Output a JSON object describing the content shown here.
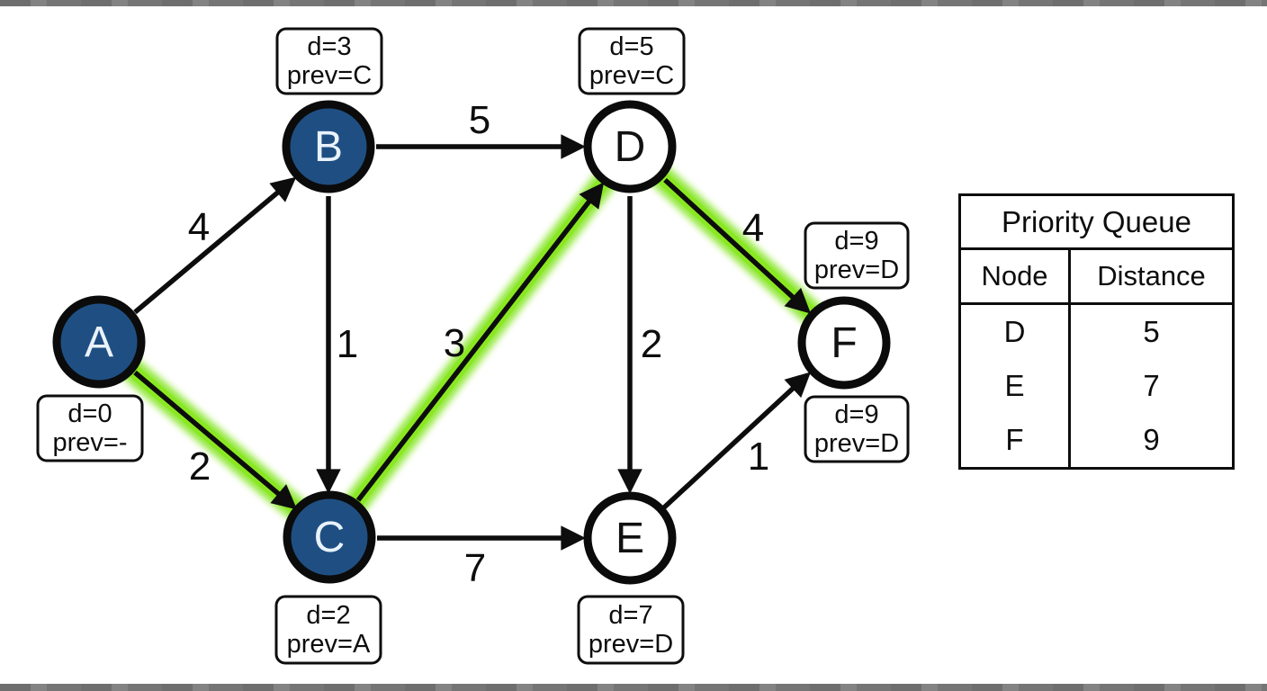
{
  "colors": {
    "node_fill_visited": "#1f4f82",
    "node_fill_frontier": "#ffffff",
    "node_stroke": "#0b0b0b",
    "edge_color": "#0d0d0d",
    "highlight_green": "#80e41c",
    "background": "#ffffff"
  },
  "graph": {
    "nodes": [
      {
        "id": "A",
        "label": "A",
        "state": "visited",
        "info": {
          "dist": "d=0",
          "prev": "prev=-"
        }
      },
      {
        "id": "B",
        "label": "B",
        "state": "visited",
        "info": {
          "dist": "d=3",
          "prev": "prev=C"
        }
      },
      {
        "id": "C",
        "label": "C",
        "state": "visited",
        "info": {
          "dist": "d=2",
          "prev": "prev=A"
        }
      },
      {
        "id": "D",
        "label": "D",
        "state": "frontier",
        "info": {
          "dist": "d=5",
          "prev": "prev=C"
        }
      },
      {
        "id": "E",
        "label": "E",
        "state": "frontier",
        "info": {
          "dist": "d=7",
          "prev": "prev=D"
        }
      },
      {
        "id": "F",
        "label": "F",
        "state": "frontier",
        "info": {
          "dist": "d=9",
          "prev": "prev=D"
        },
        "info_below": {
          "dist": "d=9",
          "prev": "prev=D"
        }
      }
    ],
    "edges": [
      {
        "from": "A",
        "to": "B",
        "weight": "4",
        "highlighted": false
      },
      {
        "from": "A",
        "to": "C",
        "weight": "2",
        "highlighted": true
      },
      {
        "from": "B",
        "to": "C",
        "weight": "1",
        "highlighted": false
      },
      {
        "from": "B",
        "to": "D",
        "weight": "5",
        "highlighted": false
      },
      {
        "from": "C",
        "to": "D",
        "weight": "3",
        "highlighted": true
      },
      {
        "from": "C",
        "to": "E",
        "weight": "7",
        "highlighted": false
      },
      {
        "from": "D",
        "to": "E",
        "weight": "2",
        "highlighted": false
      },
      {
        "from": "D",
        "to": "F",
        "weight": "4",
        "highlighted": true
      },
      {
        "from": "E",
        "to": "F",
        "weight": "1",
        "highlighted": false
      }
    ],
    "highlighted_path": [
      "A",
      "C",
      "D",
      "F"
    ]
  },
  "priority_queue": {
    "title": "Priority Queue",
    "columns": [
      "Node",
      "Distance"
    ],
    "rows": [
      [
        "D",
        "5"
      ],
      [
        "E",
        "7"
      ],
      [
        "F",
        "9"
      ]
    ]
  }
}
